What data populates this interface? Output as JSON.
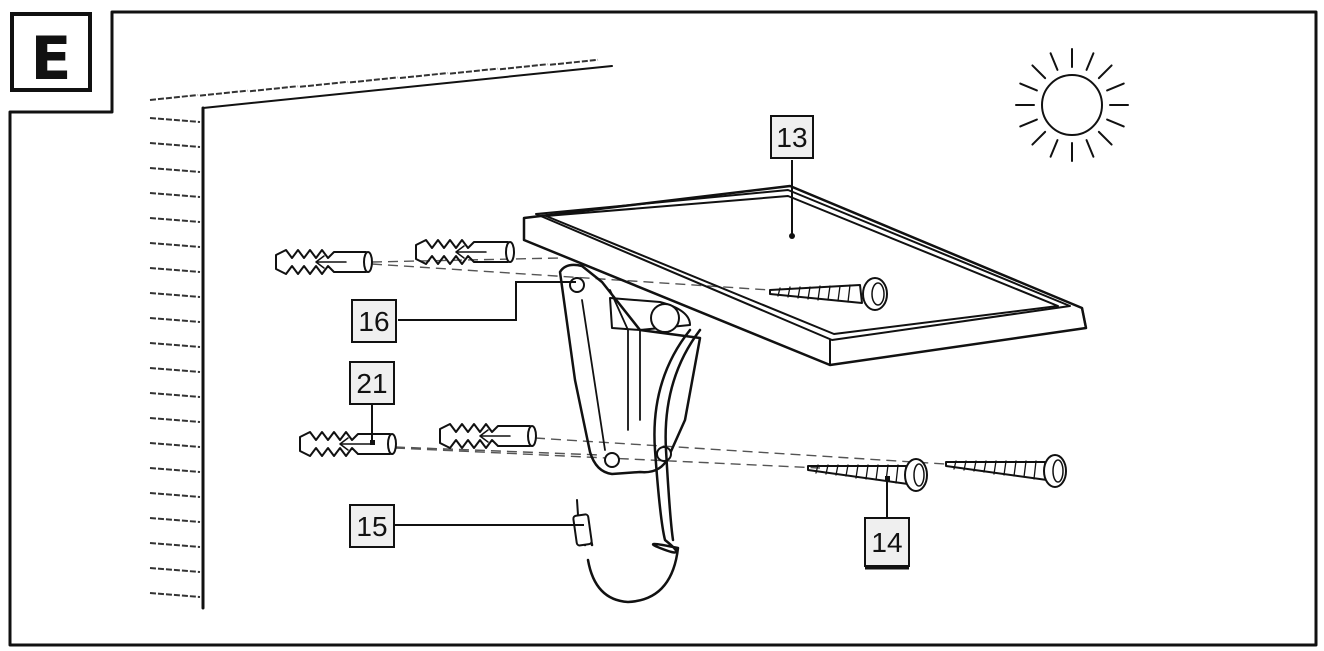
{
  "step": {
    "letter": "E"
  },
  "callouts": [
    {
      "id": "13",
      "name": "solar-panel"
    },
    {
      "id": "14",
      "name": "screws"
    },
    {
      "id": "15",
      "name": "cable-plug"
    },
    {
      "id": "16",
      "name": "mounting-bracket"
    },
    {
      "id": "21",
      "name": "wall-plugs"
    }
  ],
  "icons": {
    "sun": "sun-icon"
  },
  "colors": {
    "ink": "#111111",
    "label_fill": "#efefef",
    "background": "#ffffff"
  }
}
